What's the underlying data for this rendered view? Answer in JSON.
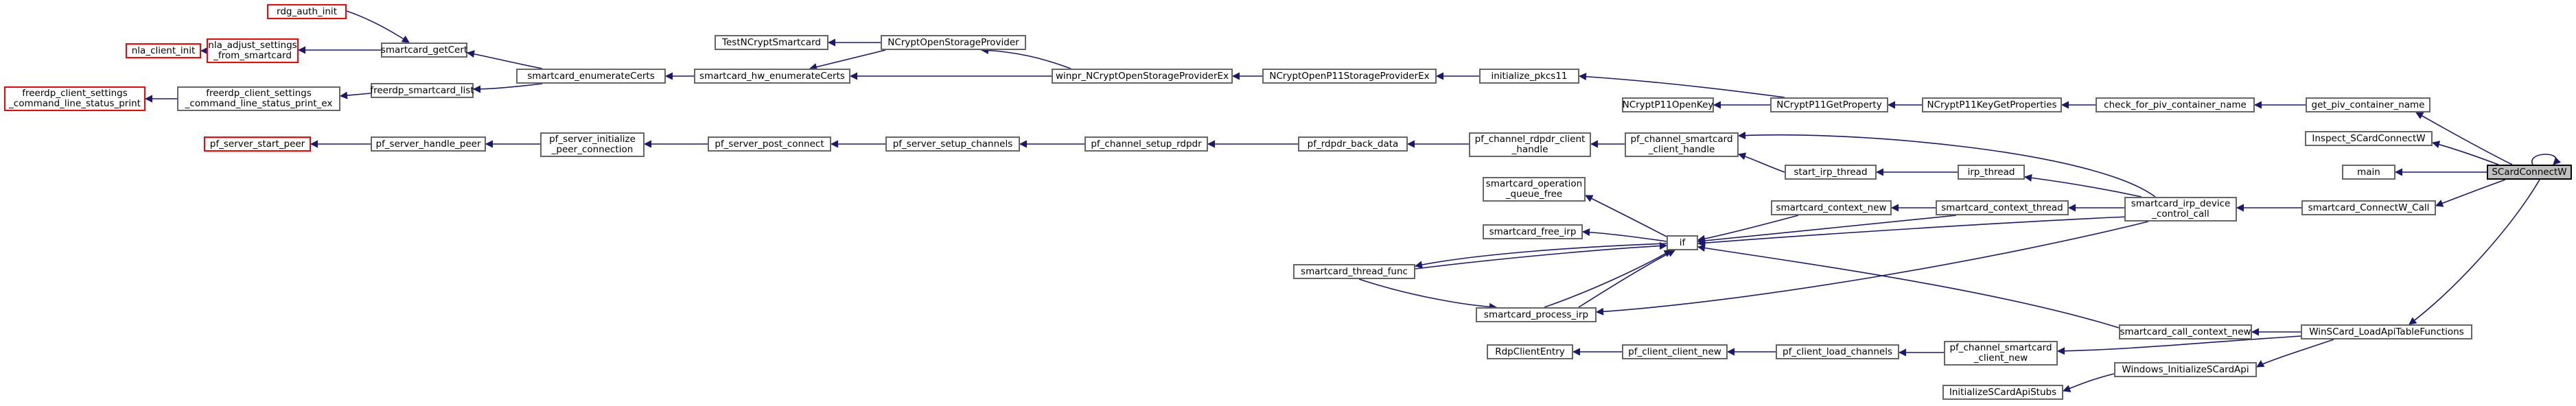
{
  "diagram": {
    "title": "SCardConnectW caller graph",
    "colors": {
      "edge": "#191970",
      "node_border": "#666666",
      "truncated_border": "#ff0000",
      "focus_fill": "#bfbfbf"
    },
    "nodes": {
      "rdg_auth_init": "rdg_auth_init",
      "nla_client_init": "nla_client_init",
      "nla_adjust_settings_from_smartcard": "nla_adjust_settings\n_from_smartcard",
      "smartcard_getCert": "smartcard_getCert",
      "freerdp_client_settings_command_line_status_print": "freerdp_client_settings\n_command_line_status_print",
      "freerdp_client_settings_command_line_status_print_ex": "freerdp_client_settings\n_command_line_status_print_ex",
      "freerdp_smartcard_list": "freerdp_smartcard_list",
      "smartcard_enumerateCerts": "smartcard_enumerateCerts",
      "TestNCryptSmartcard": "TestNCryptSmartcard",
      "NCryptOpenStorageProvider": "NCryptOpenStorageProvider",
      "smartcard_hw_enumerateCerts": "smartcard_hw_enumerateCerts",
      "winpr_NCryptOpenStorageProviderEx": "winpr_NCryptOpenStorageProviderEx",
      "NCryptOpenP11StorageProviderEx": "NCryptOpenP11StorageProviderEx",
      "initialize_pkcs11": "initialize_pkcs11",
      "NCryptP11OpenKey": "NCryptP11OpenKey",
      "NCryptP11GetProperty": "NCryptP11GetProperty",
      "NCryptP11KeyGetProperties": "NCryptP11KeyGetProperties",
      "check_for_piv_container_name": "check_for_piv_container_name",
      "get_piv_container_name": "get_piv_container_name",
      "Inspect_SCardConnectW": "Inspect_SCardConnectW",
      "main": "main",
      "SCardConnectW": "SCardConnectW",
      "pf_server_start_peer": "pf_server_start_peer",
      "pf_server_handle_peer": "pf_server_handle_peer",
      "pf_server_initialize_peer_connection": "pf_server_initialize\n_peer_connection",
      "pf_server_post_connect": "pf_server_post_connect",
      "pf_server_setup_channels": "pf_server_setup_channels",
      "pf_channel_setup_rdpdr": "pf_channel_setup_rdpdr",
      "pf_rdpdr_back_data": "pf_rdpdr_back_data",
      "pf_channel_rdpdr_client_handle": "pf_channel_rdpdr_client\n_handle",
      "pf_channel_smartcard_client_handle": "pf_channel_smartcard\n_client_handle",
      "start_irp_thread": "start_irp_thread",
      "irp_thread": "irp_thread",
      "smartcard_irp_device_control_call": "smartcard_irp_device\n_control_call",
      "smartcard_ConnectW_Call": "smartcard_ConnectW_Call",
      "smartcard_operation_queue_free": "smartcard_operation\n_queue_free",
      "smartcard_context_new": "smartcard_context_new",
      "smartcard_context_thread": "smartcard_context_thread",
      "smartcard_free_irp": "smartcard_free_irp",
      "if": "if",
      "smartcard_thread_func": "smartcard_thread_func",
      "smartcard_process_irp": "smartcard_process_irp",
      "smartcard_call_context_new": "smartcard_call_context_new",
      "WinSCard_LoadApiTableFunctions": "WinSCard_LoadApiTableFunctions",
      "RdpClientEntry": "RdpClientEntry",
      "pf_client_client_new": "pf_client_client_new",
      "pf_client_load_channels": "pf_client_load_channels",
      "pf_channel_smartcard_client_new": "pf_channel_smartcard\n_client_new",
      "Windows_InitializeSCardApi": "Windows_InitializeSCardApi",
      "InitializeSCardApiStubs": "InitializeSCardApiStubs"
    }
  }
}
